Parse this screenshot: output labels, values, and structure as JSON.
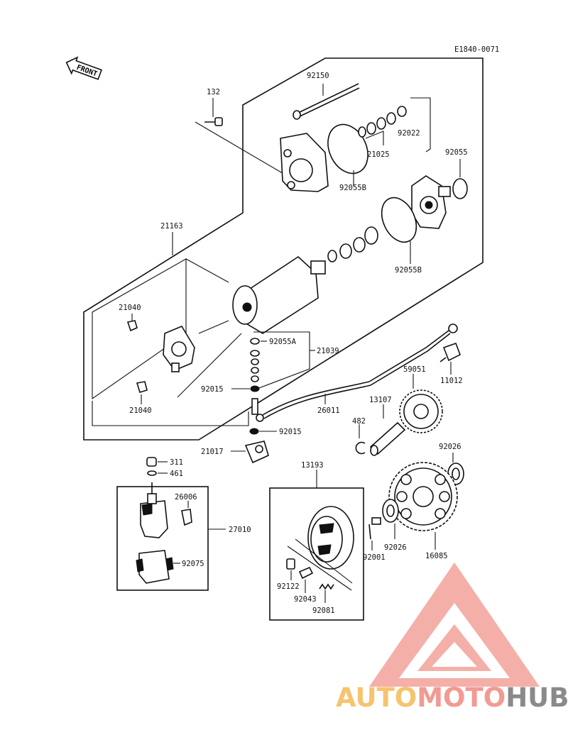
{
  "diagram_code": "E1840-0071",
  "front_label": "FRONT",
  "labels": {
    "p92150": "92150",
    "p132": "132",
    "p92022": "92022",
    "p21025": "21025",
    "p92055_top": "92055",
    "p92055B_a": "92055B",
    "p92055B_b": "92055B",
    "p21163": "21163",
    "p21040_a": "21040",
    "p21040_b": "21040",
    "p92055A": "92055A",
    "p21039": "21039",
    "p92015_a": "92015",
    "p92015_b": "92015",
    "p26011": "26011",
    "p21017": "21017",
    "p11012": "11012",
    "p59051": "59051",
    "p13107": "13107",
    "p482": "482",
    "p92026_a": "92026",
    "p92026_b": "92026",
    "p311": "311",
    "p461": "461",
    "p26006": "26006",
    "p27010": "27010",
    "p92075": "92075",
    "p13193": "13193",
    "p92001": "92001",
    "p16085": "16085",
    "p92122": "92122",
    "p92043": "92043",
    "p92081": "92081"
  },
  "watermark": {
    "part1": "AUTO",
    "part2": "MOTO",
    "part3": "HUB",
    "color1": "#f6c46e",
    "color2": "#f29a93",
    "color3": "#8a8a8a",
    "logo_color": "#f29a93"
  }
}
